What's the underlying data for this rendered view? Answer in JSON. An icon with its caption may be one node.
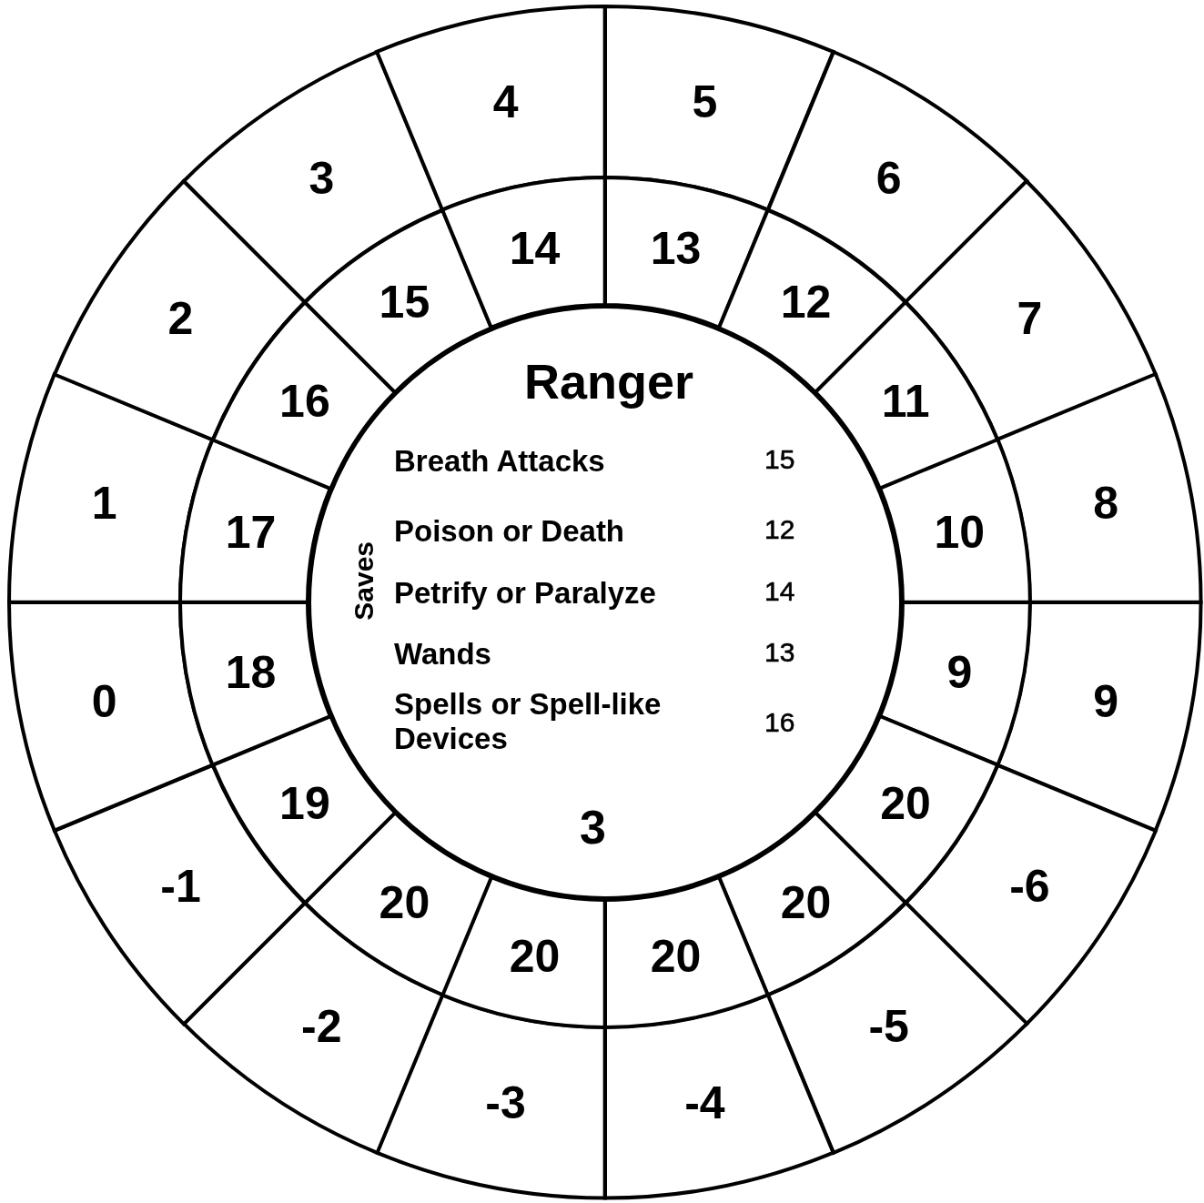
{
  "diagram": {
    "nodes": [
      {
        "text": [
          "5"
        ]
      },
      {
        "text": [
          "6"
        ]
      },
      {
        "text": [
          "7"
        ]
      },
      {
        "text": [
          "8"
        ]
      },
      {
        "text": [
          "9"
        ]
      },
      {
        "text": [
          "-6"
        ]
      },
      {
        "text": [
          "-5"
        ]
      },
      {
        "text": [
          "-4"
        ]
      },
      {
        "text": [
          "-3"
        ]
      },
      {
        "text": [
          "-2"
        ]
      },
      {
        "text": [
          "-1"
        ]
      },
      {
        "text": [
          "0"
        ]
      },
      {
        "text": [
          "1"
        ]
      },
      {
        "text": [
          "2"
        ]
      },
      {
        "text": [
          "3"
        ]
      },
      {
        "text": [
          "4"
        ]
      },
      {
        "text": [
          "13"
        ]
      },
      {
        "text": [
          "12"
        ]
      },
      {
        "text": [
          "11"
        ]
      },
      {
        "text": [
          "10"
        ]
      },
      {
        "text": [
          "9"
        ]
      },
      {
        "text": [
          "20"
        ]
      },
      {
        "text": [
          "20"
        ]
      },
      {
        "text": [
          "20"
        ]
      },
      {
        "text": [
          "20"
        ]
      },
      {
        "text": [
          "20"
        ]
      },
      {
        "text": [
          "19"
        ]
      },
      {
        "text": [
          "18"
        ]
      },
      {
        "text": [
          "17"
        ]
      },
      {
        "text": [
          "16"
        ]
      },
      {
        "text": [
          "15"
        ]
      },
      {
        "text": [
          "14"
        ]
      },
      {
        "text": [
          "Ranger",
          "Saves",
          "Breath Attacks",
          "15",
          "Poison or Death",
          "12",
          "Petrify or Paralyze",
          "14",
          "Wands",
          "13",
          "Spells or Spell-like Devices",
          "16",
          "3"
        ]
      }
    ]
  }
}
